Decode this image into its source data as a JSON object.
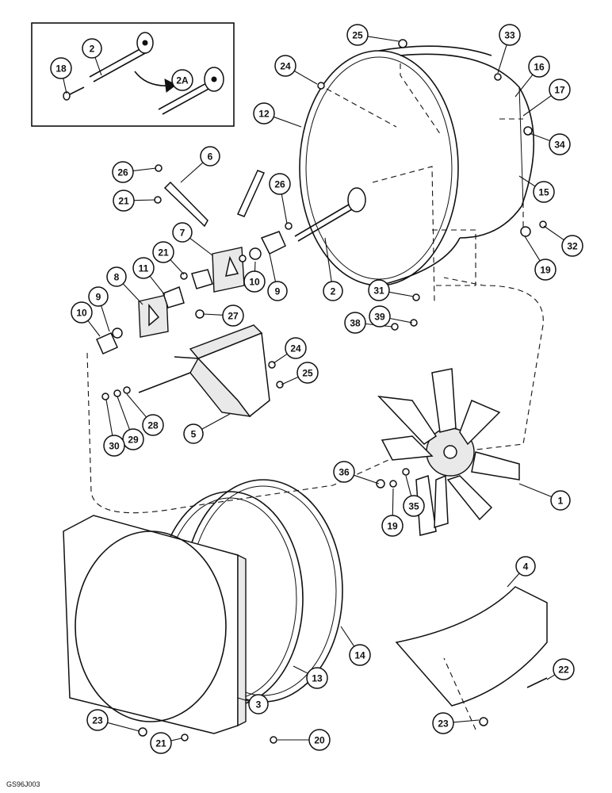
{
  "figure_code": "GS96J003",
  "callouts": [
    {
      "id": "c18",
      "label": "18"
    },
    {
      "id": "c2a",
      "label": "2"
    },
    {
      "id": "c2A",
      "label": "2A"
    },
    {
      "id": "c25a",
      "label": "25"
    },
    {
      "id": "c33",
      "label": "33"
    },
    {
      "id": "c24a",
      "label": "24"
    },
    {
      "id": "c16",
      "label": "16"
    },
    {
      "id": "c17",
      "label": "17"
    },
    {
      "id": "c12",
      "label": "12"
    },
    {
      "id": "c34",
      "label": "34"
    },
    {
      "id": "c6",
      "label": "6"
    },
    {
      "id": "c26a",
      "label": "26"
    },
    {
      "id": "c15",
      "label": "15"
    },
    {
      "id": "c21a",
      "label": "21"
    },
    {
      "id": "c26b",
      "label": "26"
    },
    {
      "id": "c32",
      "label": "32"
    },
    {
      "id": "c7",
      "label": "7"
    },
    {
      "id": "c21b",
      "label": "21"
    },
    {
      "id": "c11",
      "label": "11"
    },
    {
      "id": "c8",
      "label": "8"
    },
    {
      "id": "c19a",
      "label": "19"
    },
    {
      "id": "c10a",
      "label": "10"
    },
    {
      "id": "c9a",
      "label": "9"
    },
    {
      "id": "c2b",
      "label": "2"
    },
    {
      "id": "c9b",
      "label": "9"
    },
    {
      "id": "c31",
      "label": "31"
    },
    {
      "id": "c10b",
      "label": "10"
    },
    {
      "id": "c27",
      "label": "27"
    },
    {
      "id": "c38",
      "label": "38"
    },
    {
      "id": "c39",
      "label": "39"
    },
    {
      "id": "c24b",
      "label": "24"
    },
    {
      "id": "c25b",
      "label": "25"
    },
    {
      "id": "c28",
      "label": "28"
    },
    {
      "id": "c29",
      "label": "29"
    },
    {
      "id": "c30",
      "label": "30"
    },
    {
      "id": "c5",
      "label": "5"
    },
    {
      "id": "c36",
      "label": "36"
    },
    {
      "id": "c35",
      "label": "35"
    },
    {
      "id": "c19b",
      "label": "19"
    },
    {
      "id": "c1",
      "label": "1"
    },
    {
      "id": "c4",
      "label": "4"
    },
    {
      "id": "c14",
      "label": "14"
    },
    {
      "id": "c13",
      "label": "13"
    },
    {
      "id": "c22",
      "label": "22"
    },
    {
      "id": "c3",
      "label": "3"
    },
    {
      "id": "c23a",
      "label": "23"
    },
    {
      "id": "c21c",
      "label": "21"
    },
    {
      "id": "c20",
      "label": "20"
    },
    {
      "id": "c23b",
      "label": "23"
    }
  ]
}
